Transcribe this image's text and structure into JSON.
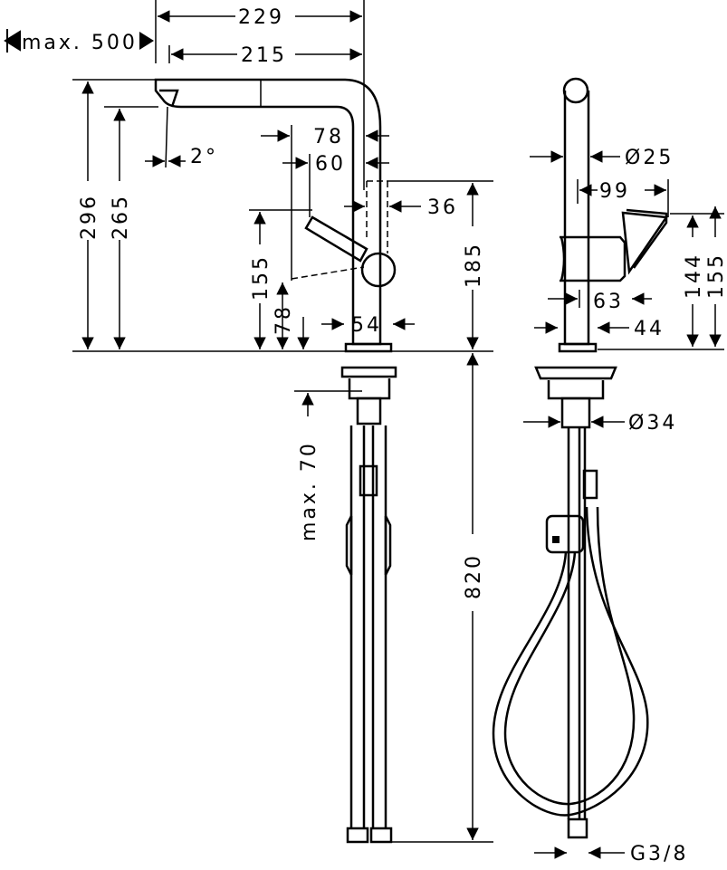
{
  "title": "Kitchen faucet dimension drawing",
  "side_view": {
    "dims": {
      "total_reach": "229",
      "pullout_max": "max. 500",
      "spout_reach": "215",
      "handle_reach_78": "78",
      "handle_reach_60": "60",
      "spout_angle": "2°",
      "spout_offset": "36",
      "body_height": "185",
      "handle_height": "155",
      "handle_low": "78",
      "total_height": "296",
      "outlet_height": "265",
      "body_width": "54",
      "max_deck_thickness": "max. 70",
      "hose_length": "820"
    }
  },
  "front_view": {
    "dims": {
      "column_diameter": "Ø25",
      "handle_depth": "99",
      "handle_height_144": "144",
      "handle_height_155": "155",
      "handle_offset": "63",
      "body_width": "44",
      "mount_diameter": "Ø34",
      "connection": "G3/8"
    }
  }
}
